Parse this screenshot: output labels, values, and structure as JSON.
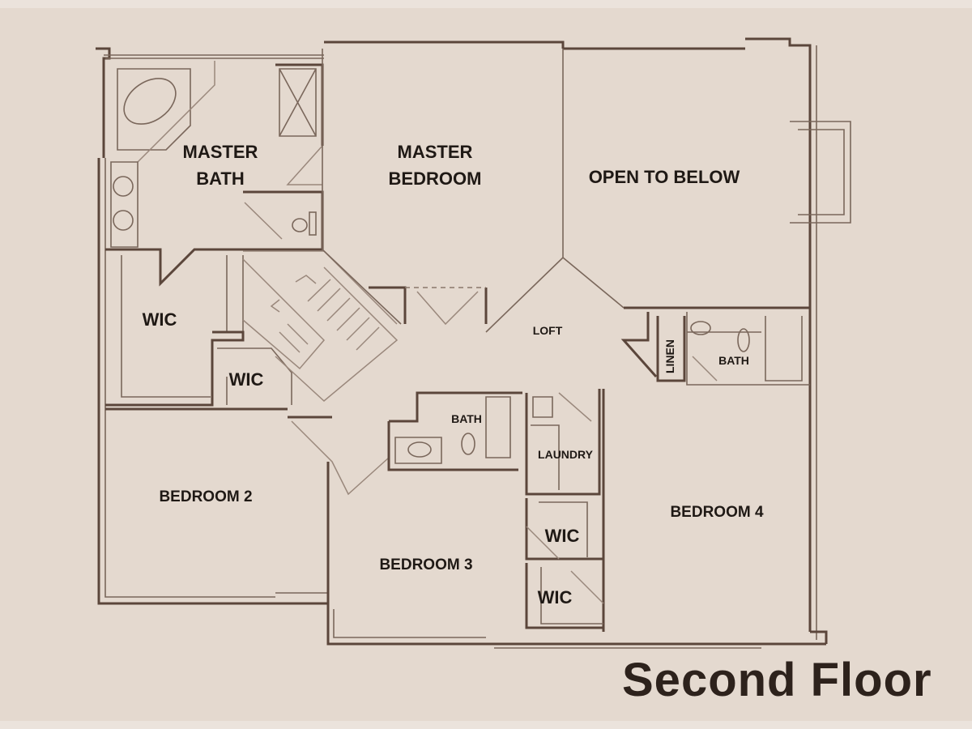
{
  "plan": {
    "title": "Second Floor",
    "rooms": {
      "master_bath": [
        "MASTER",
        "BATH"
      ],
      "master_bedroom": [
        "MASTER",
        "BEDROOM"
      ],
      "open_to_below": "OPEN TO BELOW",
      "wic_master": "WIC",
      "wic_small": "WIC",
      "loft": "LOFT",
      "linen": "LINEN",
      "bath_right": "BATH",
      "bath_center": "BATH",
      "laundry": "LAUNDRY",
      "bedroom2": "BEDROOM 2",
      "bedroom3": "BEDROOM 3",
      "bedroom4": "BEDROOM 4",
      "wic_b3a": "WIC",
      "wic_b3b": "WIC"
    },
    "colors": {
      "paper": "#e4d9cf",
      "wall": "#5b463b",
      "text": "#1f1915"
    }
  }
}
